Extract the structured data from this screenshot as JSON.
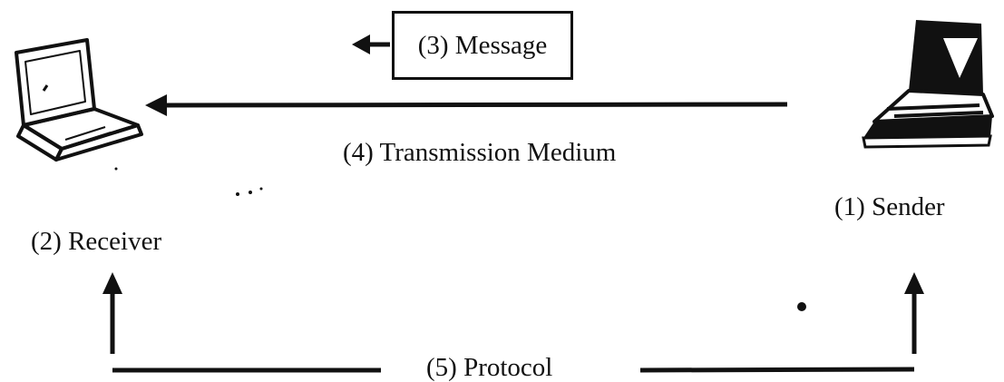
{
  "diagram": {
    "message": {
      "label": "(3) Message"
    },
    "transmission_medium": {
      "label": "(4) Transmission  Medium"
    },
    "sender": {
      "label": "(1) Sender"
    },
    "receiver": {
      "label": "(2) Receiver"
    },
    "protocol": {
      "label": "(5) Protocol"
    }
  },
  "colors": {
    "ink": "#111111",
    "background": "#ffffff"
  },
  "icons": {
    "receiver": "laptop-icon",
    "sender": "laptop-icon"
  }
}
